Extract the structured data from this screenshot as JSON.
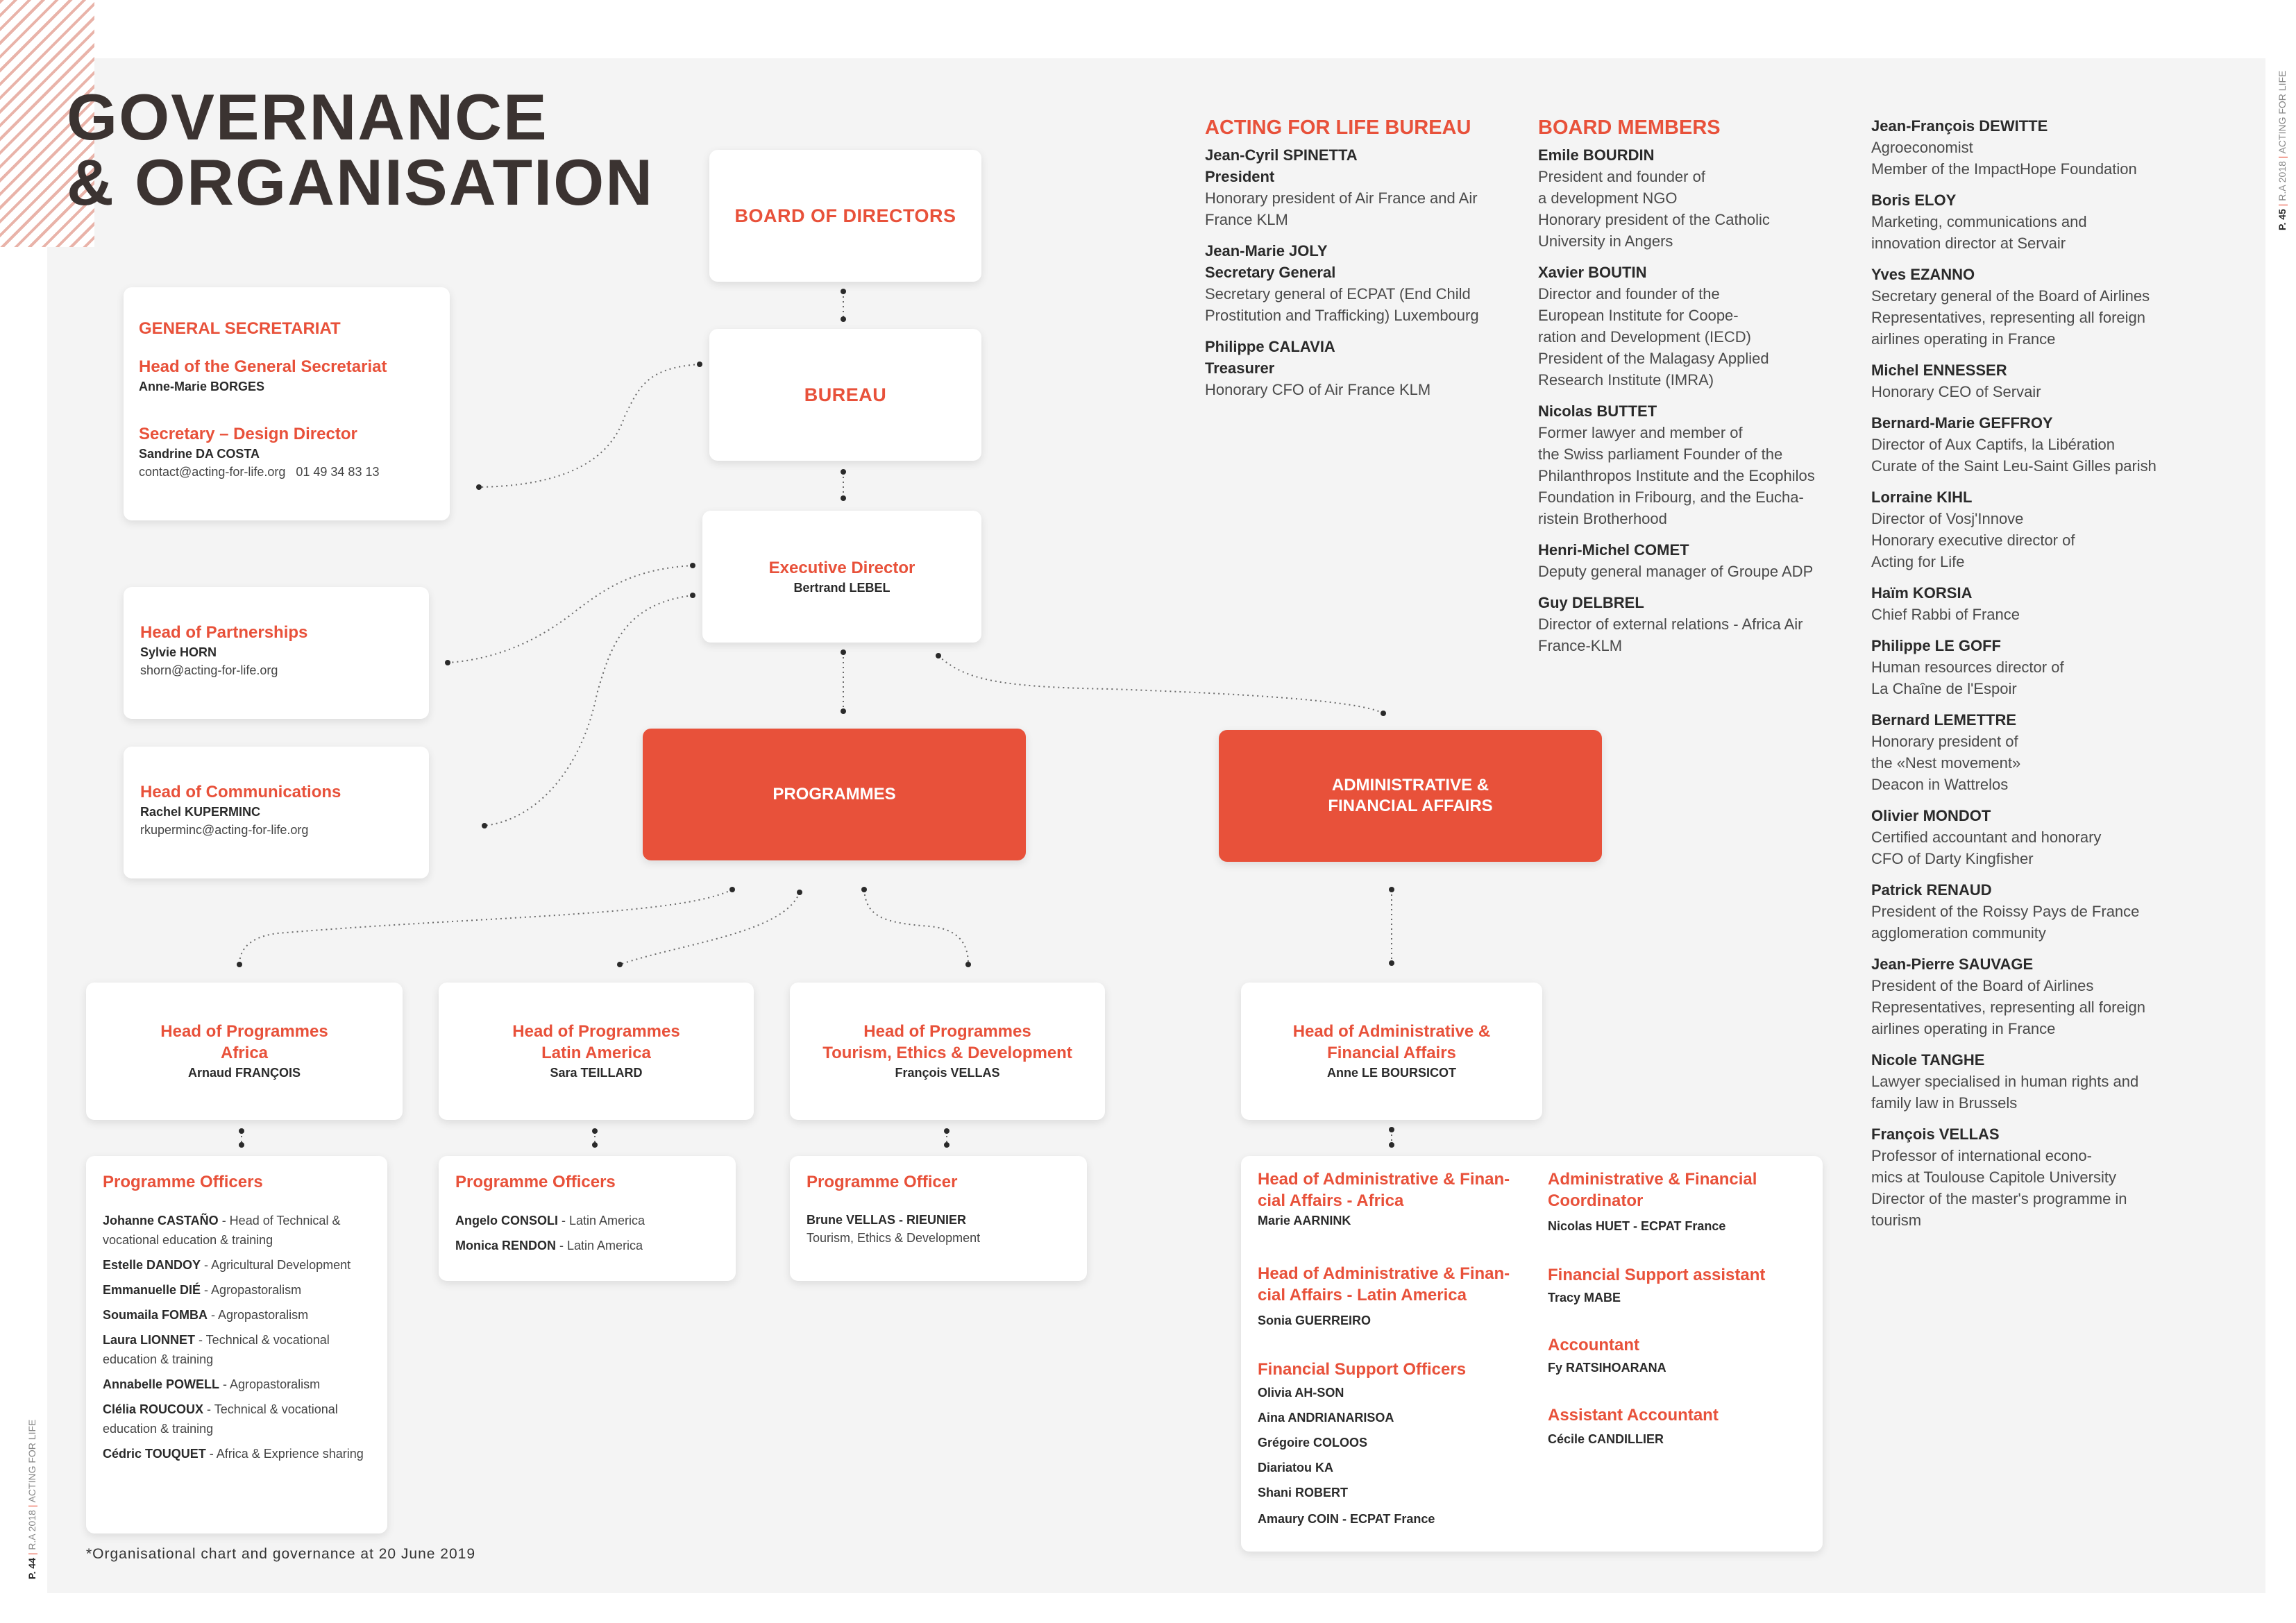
{
  "title": {
    "line1": "GOVERNANCE",
    "line2": "& ORGANISATION"
  },
  "side_right": {
    "page": "P. 45",
    "sep": "|",
    "report": "R.A 2018",
    "brand": "ACTING FOR LIFE"
  },
  "side_left": {
    "page": "P. 44",
    "sep": "|",
    "report": "R.A 2018",
    "brand": "ACTING FOR LIFE"
  },
  "org": {
    "board": "BOARD OF DIRECTORS",
    "bureau": "BUREAU",
    "executive": {
      "role": "Executive Director",
      "name": "Bertrand LEBEL"
    },
    "general_secretariat": {
      "heading": "GENERAL SECRETARIAT",
      "head_role": "Head of the General Secretariat",
      "head_name": "Anne-Marie BORGES",
      "sec_role": "Secretary – Design Director",
      "sec_name": "Sandrine DA COSTA",
      "sec_contact": "contact@acting-for-life.org   01 49 34 83 13"
    },
    "partnerships": {
      "role": "Head of Partnerships",
      "name": "Sylvie HORN",
      "email": "shorn@acting-for-life.org"
    },
    "communications": {
      "role": "Head of Communications",
      "name": "Rachel KUPERMINC",
      "email": "rkuperminc@acting-for-life.org"
    },
    "programmes": "PROGRAMMES",
    "admin": {
      "line1": "ADMINISTRATIVE &",
      "line2": "FINANCIAL AFFAIRS"
    },
    "hop_africa": {
      "line1": "Head of Programmes",
      "line2": "Africa",
      "name": "Arnaud FRANÇOIS"
    },
    "hop_latam": {
      "line1": "Head of Programmes",
      "line2": "Latin America",
      "name": "Sara TEILLARD"
    },
    "hop_tourism": {
      "line1": "Head of Programmes",
      "line2": "Tourism, Ethics & Development",
      "name": "François VELLAS"
    },
    "head_admin": {
      "line1": "Head of Administrative &",
      "line2": "Financial Affairs",
      "name": "Anne LE BOURSICOT"
    },
    "po_africa": {
      "heading": "Programme Officers",
      "items": [
        {
          "name": "Johanne CASTAÑO",
          "role": " - Head of Technical & vocational education & training"
        },
        {
          "name": "Estelle DANDOY",
          "role": " - Agricultural Development"
        },
        {
          "name": "Emmanuelle DIÉ",
          "role": " - Agropastoralism"
        },
        {
          "name": "Soumaila FOMBA",
          "role": " - Agropastoralism"
        },
        {
          "name": "Laura LIONNET",
          "role": " - Technical & vocational education & training"
        },
        {
          "name": "Annabelle POWELL",
          "role": " - Agropastoralism"
        },
        {
          "name": "Clélia ROUCOUX",
          "role": " - Technical & vocational education & training"
        },
        {
          "name": "Cédric TOUQUET",
          "role": " - Africa & Exprience sharing"
        }
      ]
    },
    "po_latam": {
      "heading": "Programme Officers",
      "items": [
        {
          "name": "Angelo CONSOLI",
          "role": " - Latin America"
        },
        {
          "name": "Monica RENDON",
          "role": " - Latin America"
        }
      ]
    },
    "po_tourism": {
      "heading": "Programme Officer",
      "name": "Brune VELLAS - RIEUNIER",
      "role": "Tourism, Ethics & Development"
    },
    "admin_detail": {
      "haf_africa": {
        "heading": "Head of Administrative & Finan-\ncial Affairs - Africa",
        "name": "Marie AARNINK"
      },
      "haf_latam": {
        "heading": "Head of Administrative & Finan-\ncial Affairs - Latin America",
        "name": "Sonia GUERREIRO"
      },
      "fso": {
        "heading": "Financial Support Officers",
        "names": [
          "Olivia AH-SON",
          "Aina ANDRIANARISOA",
          "Grégoire COLOOS",
          "Diariatou KA",
          "Shani ROBERT",
          "Amaury COIN - ECPAT France"
        ]
      },
      "afc": {
        "heading": "Administrative & Financial\nCoordinator",
        "name": "Nicolas HUET - ECPAT France"
      },
      "fsa": {
        "heading": "Financial Support assistant",
        "name": "Tracy MABE"
      },
      "acc": {
        "heading": "Accountant",
        "name": "Fy RATSIHOARANA"
      },
      "aacc": {
        "heading": "Assistant Accountant",
        "name": "Cécile CANDILLIER"
      }
    }
  },
  "bureau_col": {
    "heading": "ACTING FOR LIFE BUREAU",
    "entries": [
      {
        "name": "Jean-Cyril SPINETTA",
        "title": "President",
        "text": "Honorary president of Air France and Air\nFrance KLM"
      },
      {
        "name": "Jean-Marie JOLY",
        "title": "Secretary General",
        "text": "Secretary general of ECPAT (End Child\nProstitution and Trafficking) Luxembourg"
      },
      {
        "name": "Philippe CALAVIA",
        "title": "Treasurer",
        "text": "Honorary CFO of Air France KLM"
      }
    ]
  },
  "board_col": {
    "heading": "BOARD MEMBERS",
    "entries": [
      {
        "name": "Emile BOURDIN",
        "text": "President and founder of\na development NGO\nHonorary president of the Catholic\nUniversity in Angers"
      },
      {
        "name": "Xavier BOUTIN",
        "text": "Director and founder of the\nEuropean Institute for Coope-\nration and Development (IECD)\nPresident of the Malagasy Applied\nResearch Institute (IMRA)"
      },
      {
        "name": "Nicolas BUTTET",
        "text": "Former lawyer and member of\nthe Swiss parliament Founder of the\nPhilanthropos Institute and the Ecophilos\nFoundation in Fribourg, and the Eucha-\nristein Brotherhood"
      },
      {
        "name": "Henri-Michel COMET",
        "text": "Deputy general manager of Groupe ADP"
      },
      {
        "name": "Guy DELBREL",
        "text": "Director of external relations - Africa Air\nFrance-KLM"
      }
    ]
  },
  "members_col": {
    "entries": [
      {
        "name": "Jean-François DEWITTE",
        "text": "Agroeconomist\nMember of the ImpactHope Foundation"
      },
      {
        "name": "Boris ELOY",
        "text": "Marketing, communications and\ninnovation director at Servair"
      },
      {
        "name": "Yves EZANNO",
        "text": "Secretary general of the Board of Airlines\nRepresentatives, representing all foreign\nairlines operating in France"
      },
      {
        "name": "Michel ENNESSER",
        "text": "Honorary CEO of Servair"
      },
      {
        "name": "Bernard-Marie GEFFROY",
        "text": "Director of Aux Captifs, la Libération\nCurate of the Saint Leu-Saint Gilles parish"
      },
      {
        "name": "Lorraine KIHL",
        "text": "Director of Vosj'Innove\nHonorary executive director of\nActing for Life"
      },
      {
        "name": "Haïm KORSIA",
        "text": "Chief Rabbi of France"
      },
      {
        "name": "Philippe LE GOFF",
        "text": "Human resources director of\nLa Chaîne de l'Espoir"
      },
      {
        "name": "Bernard LEMETTRE",
        "text": "Honorary president of\nthe  «Nest movement»\nDeacon in Wattrelos"
      },
      {
        "name": "Olivier MONDOT",
        "text": "Certified accountant and honorary\nCFO of Darty Kingfisher"
      },
      {
        "name": "Patrick RENAUD",
        "text": "President of the Roissy Pays de France\nagglomeration community"
      },
      {
        "name": "Jean-Pierre SAUVAGE",
        "text": "President of the Board of Airlines\nRepresentatives, representing all foreign\nairlines operating in France"
      },
      {
        "name": "Nicole TANGHE",
        "text": "Lawyer specialised in human rights and\nfamily law in Brussels"
      },
      {
        "name": "François VELLAS",
        "text": "Professor of international econo-\nmics at Toulouse Capitole University\nDirector of the master's programme in\ntourism"
      }
    ]
  },
  "footnote": "*Organisational chart and governance at 20 June 2019",
  "colors": {
    "accent": "#e8513a",
    "panel": "#f4f4f4",
    "title": "#3b3331"
  }
}
